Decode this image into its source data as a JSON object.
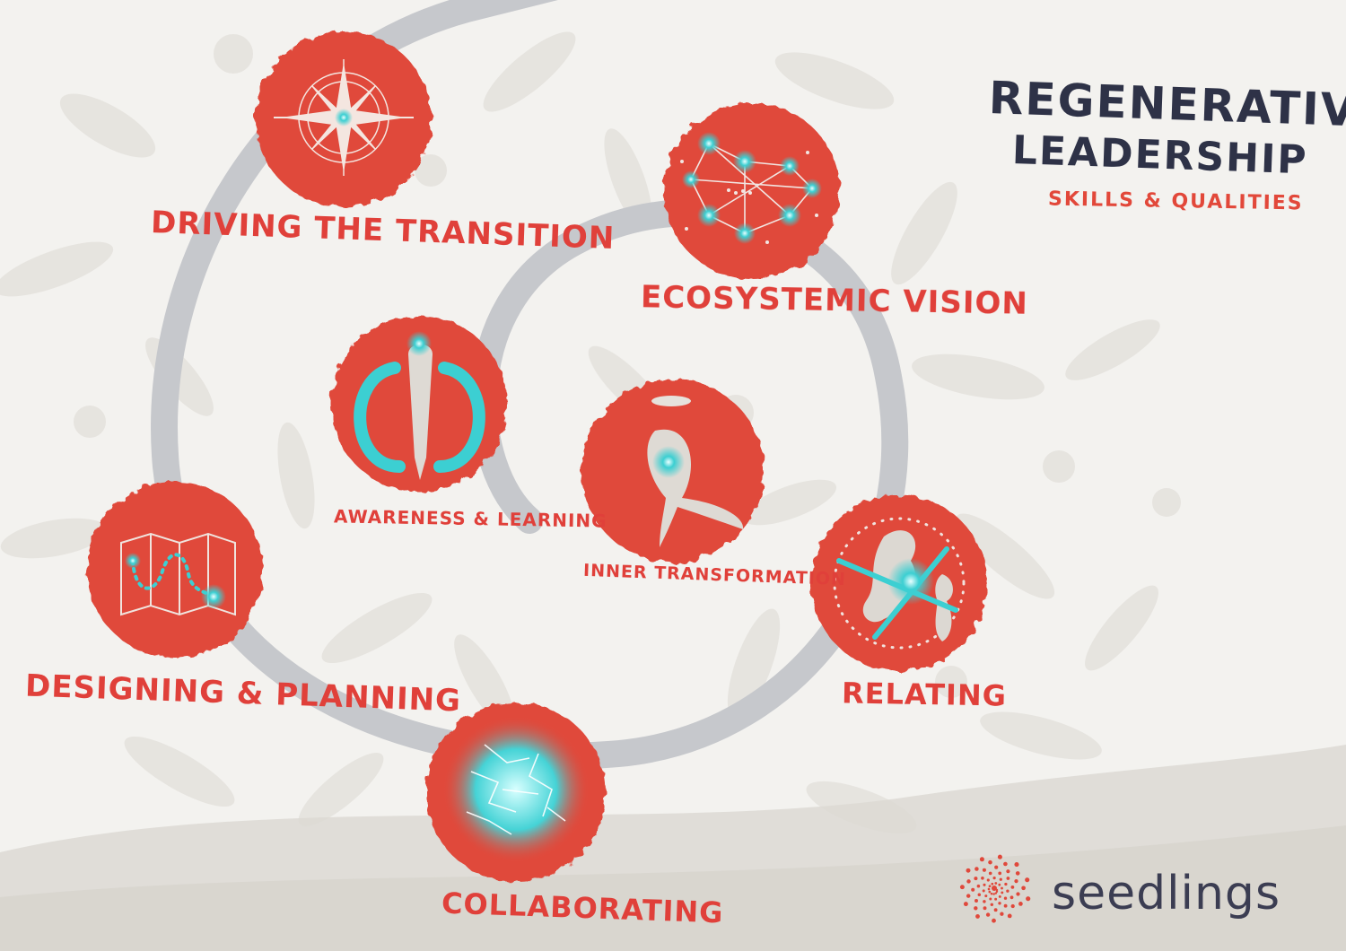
{
  "title": {
    "line1": "REGENERATIVE",
    "line2": "LEADERSHIP",
    "subtitle": "SKILLS & QUALITIES"
  },
  "nodes": {
    "driving": {
      "label": "DRIVING THE TRANSITION",
      "icon": "compass-rose-icon"
    },
    "ecosystemic": {
      "label": "ECOSYSTEMIC VISION",
      "icon": "constellation-icon"
    },
    "awareness": {
      "label": "AWARENESS & LEARNING",
      "icon": "awareness-figure-icon"
    },
    "inner": {
      "label": "INNER TRANSFORMATION",
      "icon": "inner-figure-icon"
    },
    "designing": {
      "label": "DESIGNING & PLANNING",
      "icon": "folded-map-icon"
    },
    "relating": {
      "label": "RELATING",
      "icon": "two-figures-icon"
    },
    "collaborating": {
      "label": "COLLABORATING",
      "icon": "energy-sphere-icon"
    }
  },
  "brand": {
    "name": "seedlings",
    "logo": "seedlings-spiral-logo-icon"
  },
  "colors": {
    "circle_red": "#e0483b",
    "accent_cyan": "#3ccfd2",
    "spiral_gray": "#c6c8cc",
    "title_navy": "#2e3247"
  }
}
